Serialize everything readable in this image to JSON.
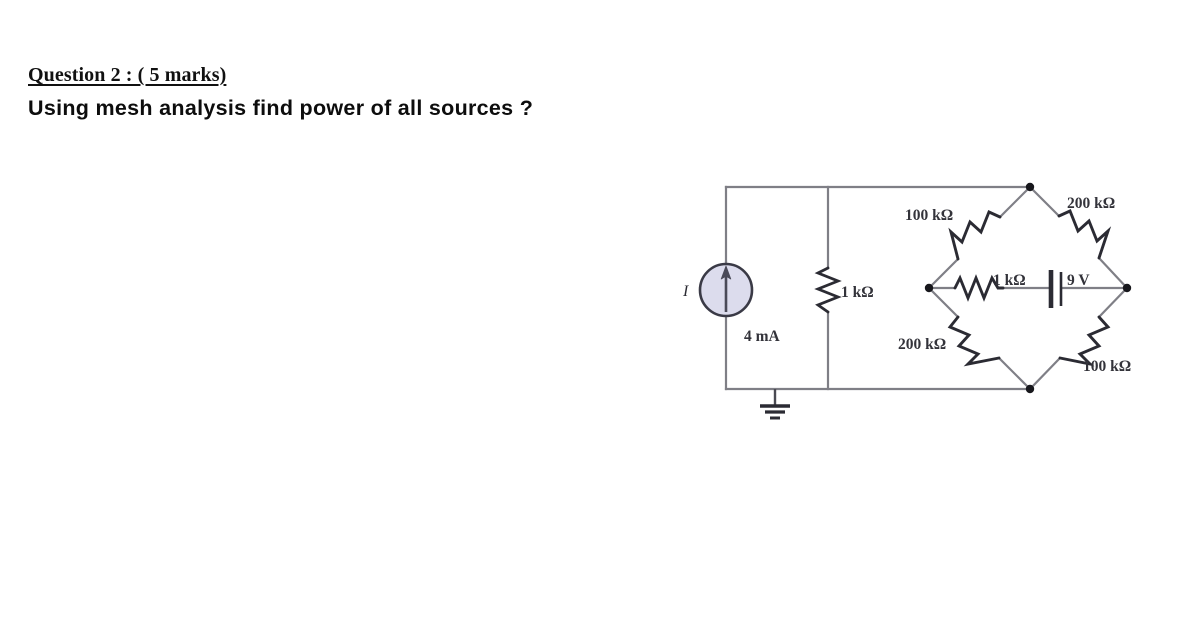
{
  "document": {
    "question_header": "Question 2 : ( 5 marks)",
    "question_prompt": "Using mesh analysis find power of all sources ?"
  },
  "circuit": {
    "title": "mesh-analysis-bridge-circuit",
    "source_label_symbol": "I",
    "current_source_value": "4 mA",
    "shunt_resistor": "1 kΩ",
    "bridge": {
      "top_left_resistor": "100 kΩ",
      "top_right_resistor": "200 kΩ",
      "bottom_left_resistor": "200 kΩ",
      "bottom_right_resistor": "100 kΩ",
      "middle_resistor": "1 kΩ",
      "voltage_source": "9 V"
    },
    "colors": {
      "wire": "#7f7f86",
      "component": "#2b2b33",
      "source_fill": "#dcdced",
      "source_stroke": "#3a3a46",
      "text": "#33333a"
    }
  }
}
